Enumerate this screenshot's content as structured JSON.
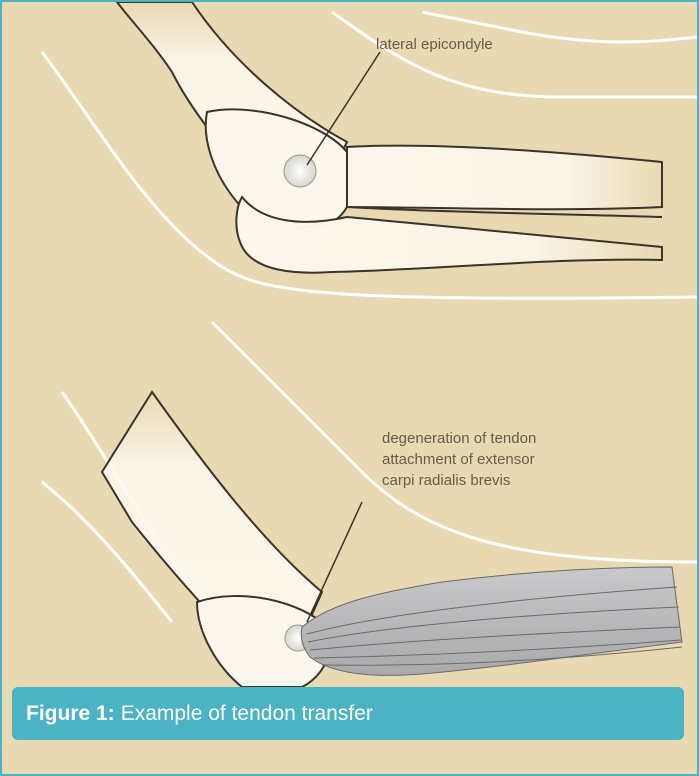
{
  "figure": {
    "labels": {
      "top": "lateral epicondyle",
      "bottom": [
        "degeneration of tendon",
        "attachment of extensor",
        "carpi radialis brevis"
      ]
    },
    "caption": {
      "prefix": "Figure 1:",
      "text": "Example of tendon transfer"
    }
  },
  "colors": {
    "border": "#4bb3c3",
    "background": "#e8d9b2",
    "bone": "#fbf7ec",
    "outline": "#3a332a",
    "muscle": "#b9b9bb"
  }
}
